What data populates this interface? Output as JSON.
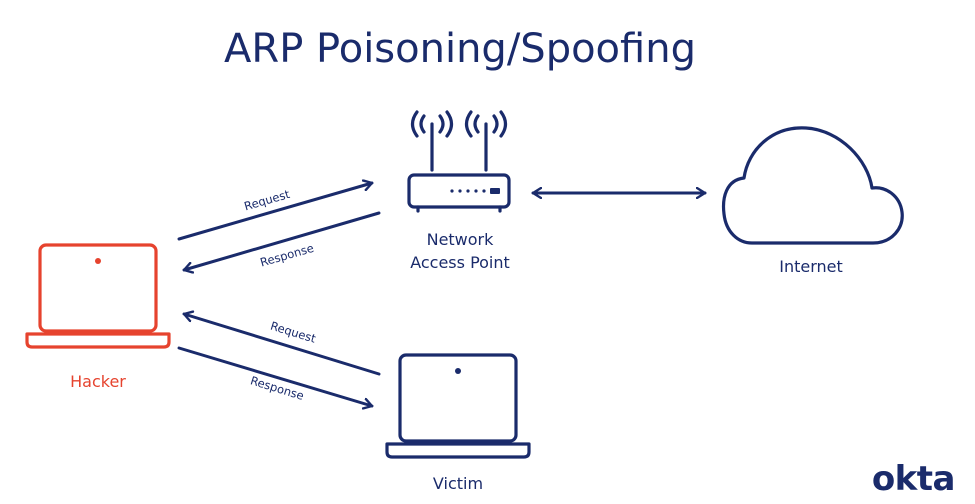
{
  "title": "ARP Poisoning/Spoofing",
  "nodes": {
    "access_point": {
      "label_line1": "Network",
      "label_line2": "Access Point",
      "icon": "router-icon"
    },
    "internet": {
      "label": "Internet",
      "icon": "cloud-icon"
    },
    "hacker": {
      "label": "Hacker",
      "icon": "laptop-icon"
    },
    "victim": {
      "label": "Victim",
      "icon": "laptop-icon"
    }
  },
  "edges": {
    "hacker_to_ap": "Request",
    "ap_to_hacker": "Response",
    "victim_to_hacker": "Request",
    "hacker_to_victim": "Response"
  },
  "logo": "okta",
  "colors": {
    "primary": "#1a2b6b",
    "attacker": "#e6432e",
    "background": "#ffffff"
  }
}
